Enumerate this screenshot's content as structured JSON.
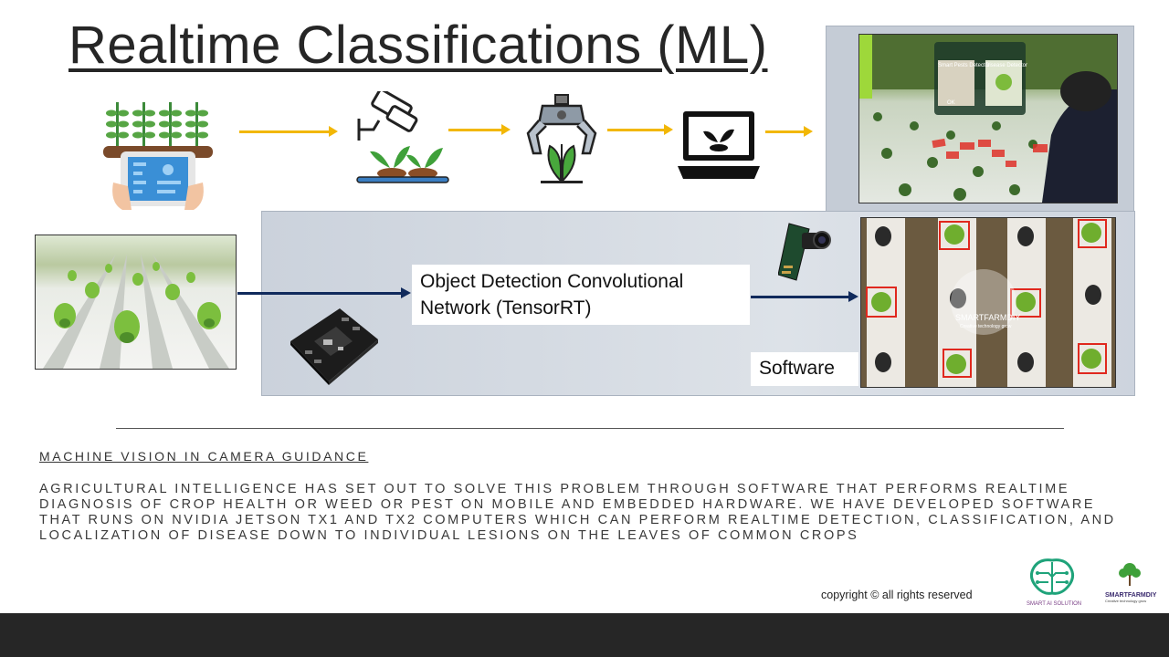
{
  "title": "Realtime Classifications (ML)",
  "pipeline": {
    "icons": [
      "plant-tablet-icon",
      "camera-plants-icon",
      "robot-gripper-icon",
      "laptop-plant-icon"
    ]
  },
  "hud": {
    "panel_left": "Smart Pests Detector",
    "panel_right": "Disease Detector",
    "ok": "OK"
  },
  "detection": {
    "title": "Object Detection Convolutional Network (TensorRT)",
    "software_label": "Software",
    "watermark": "SMARTFARMDIY",
    "watermark_sub": "Creative technology grow"
  },
  "section": {
    "heading": "MACHINE VISION IN CAMERA GUIDANCE",
    "body": "AGRICULTURAL INTELLIGENCE HAS SET OUT TO SOLVE THIS PROBLEM THROUGH SOFTWARE THAT PERFORMS REALTIME DIAGNOSIS OF CROP HEALTH OR WEED OR PEST ON MOBILE AND EMBEDDED HARDWARE. WE HAVE DEVELOPED SOFTWARE THAT RUNS ON NVIDIA JETSON TX1 AND TX2 COMPUTERS WHICH CAN PERFORM REALTIME DETECTION, CLASSIFICATION, AND LOCALIZATION OF DISEASE DOWN TO INDIVIDUAL LESIONS ON THE LEAVES OF COMMON CROPS"
  },
  "footer": {
    "copyright": "copyright © all rights reserved",
    "logo1_text": "SMART AI SOLUTION",
    "logo2_text": "SMARTFARMDIY",
    "logo2_sub": "Creative technology grow"
  },
  "colors": {
    "arrow_yellow": "#f2b705",
    "arrow_navy": "#102a5c",
    "panel": "#c5ccd6",
    "footer": "#262626",
    "logo_green": "#1fa37a"
  }
}
